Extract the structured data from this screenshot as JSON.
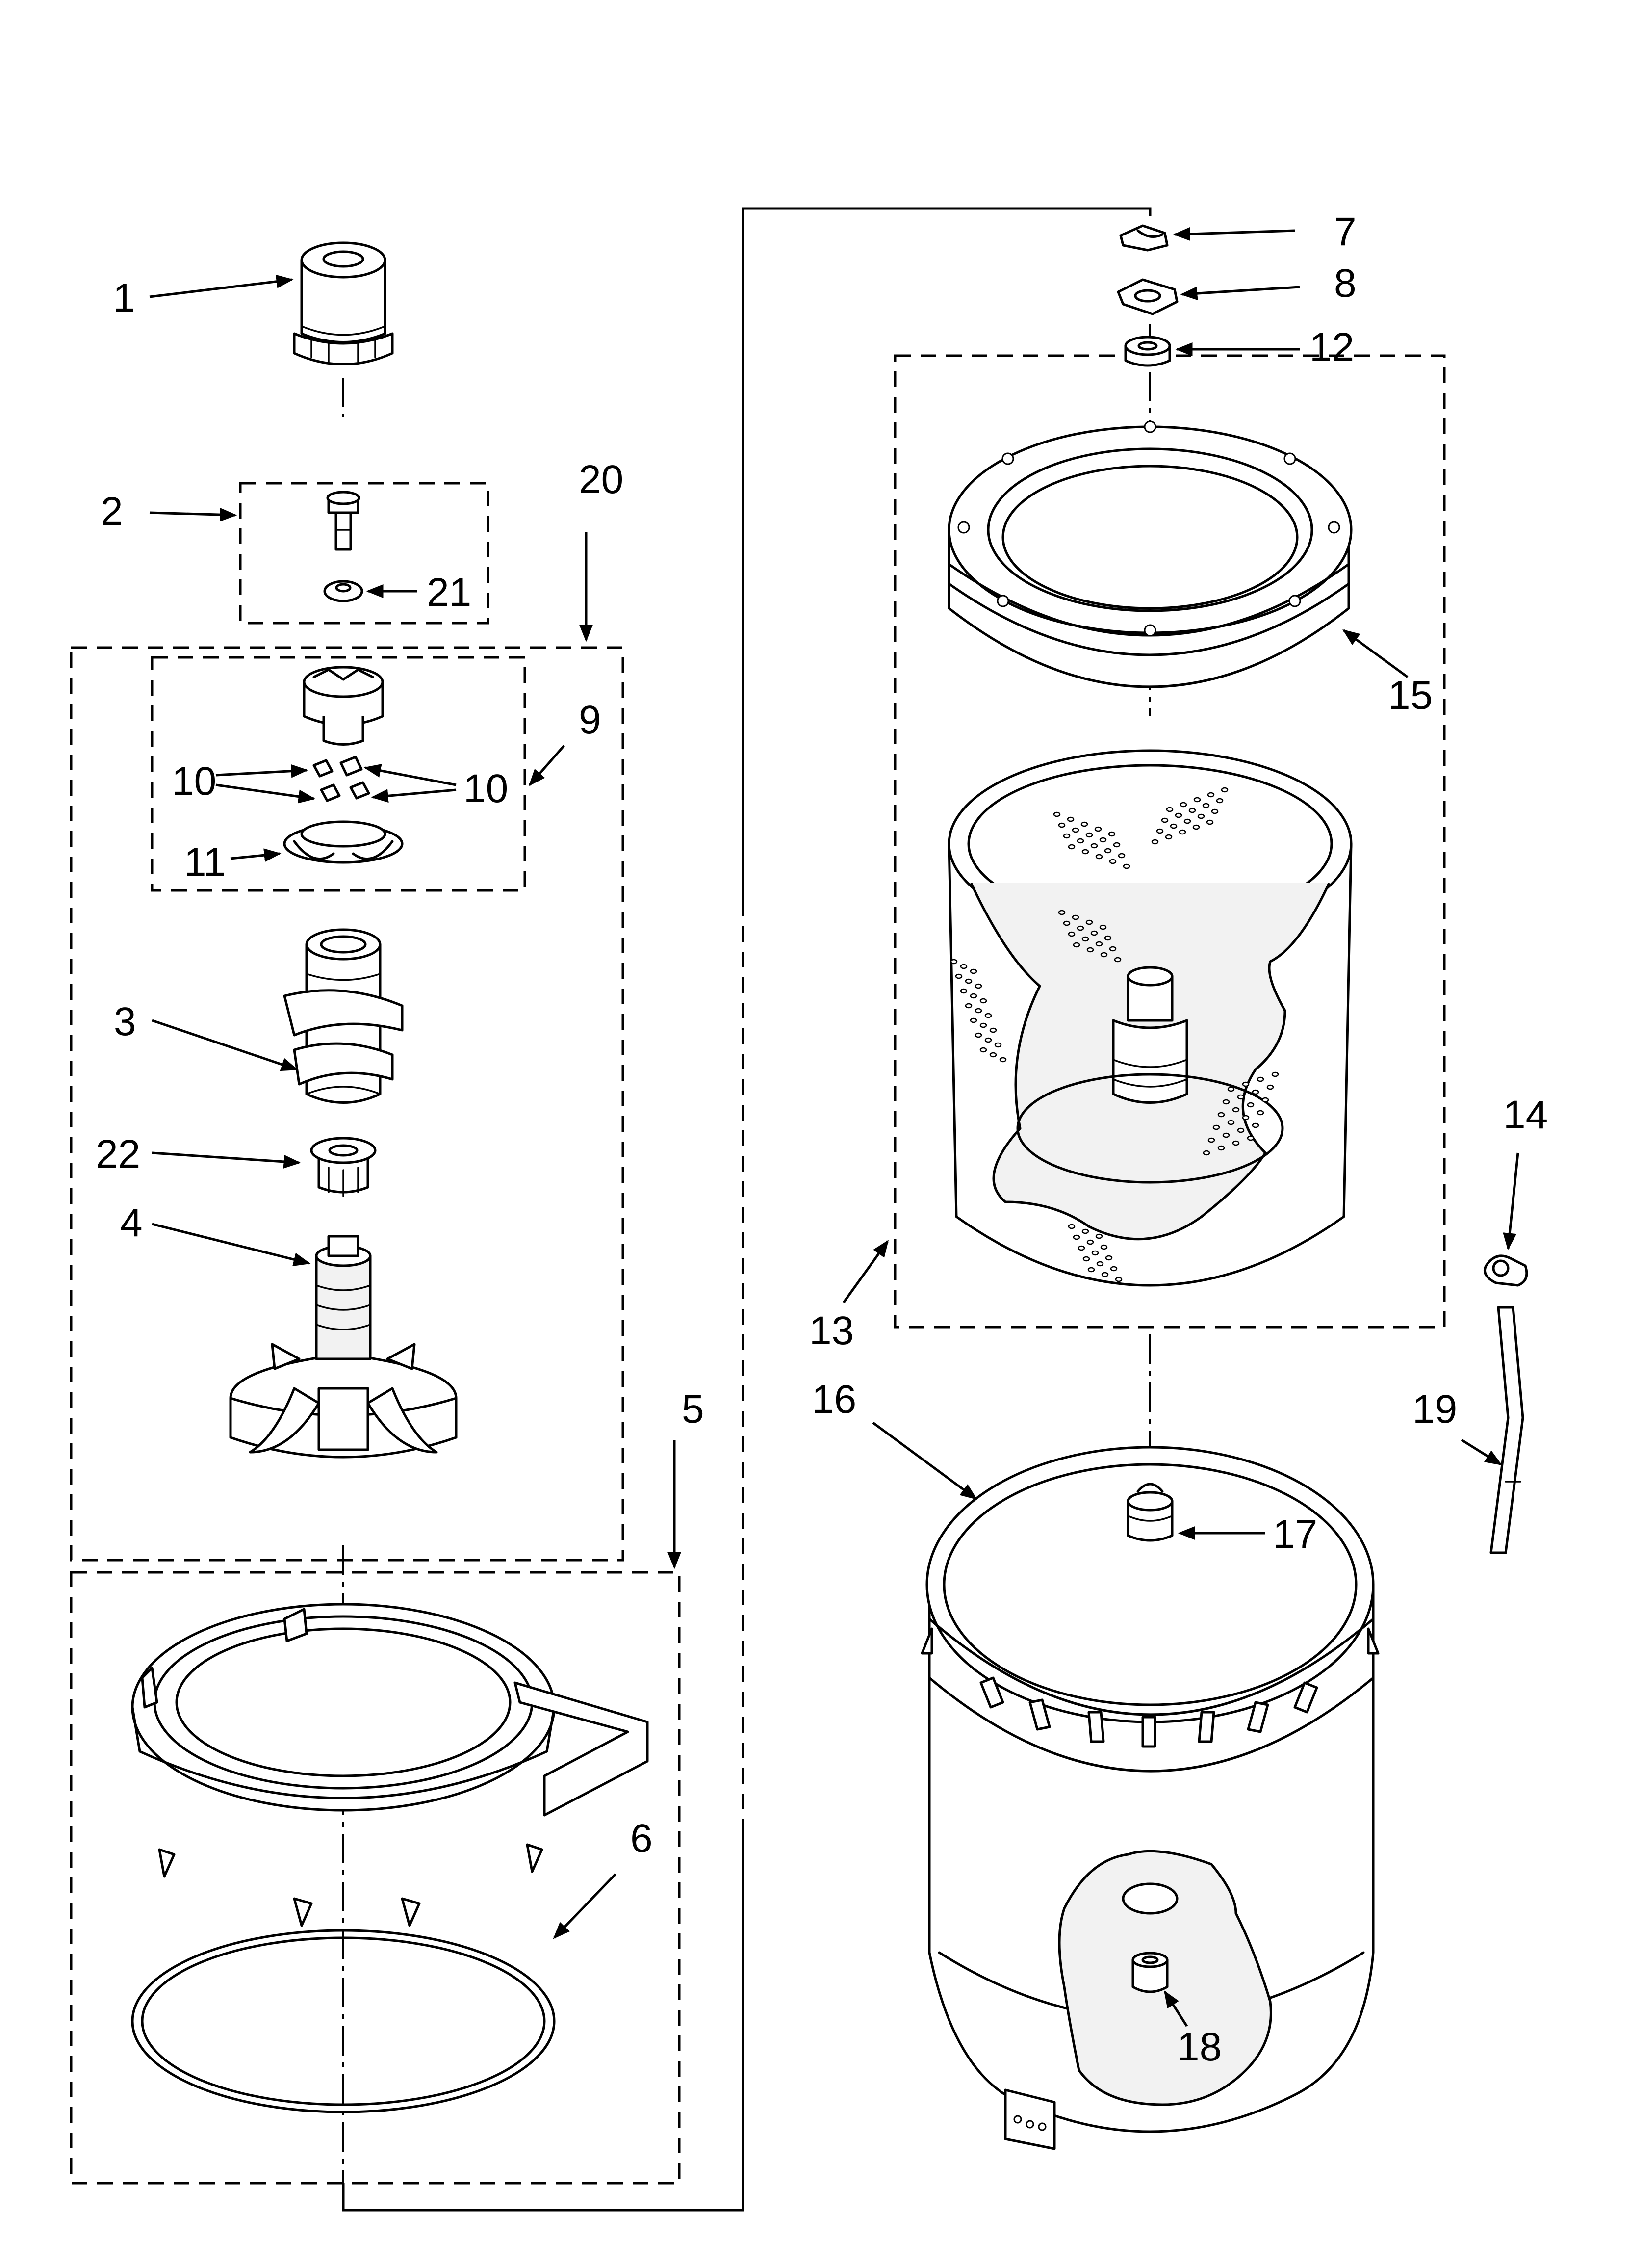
{
  "callouts": [
    {
      "id": "1",
      "label": "1"
    },
    {
      "id": "2",
      "label": "2"
    },
    {
      "id": "3",
      "label": "3"
    },
    {
      "id": "4",
      "label": "4"
    },
    {
      "id": "5",
      "label": "5"
    },
    {
      "id": "6",
      "label": "6"
    },
    {
      "id": "7",
      "label": "7"
    },
    {
      "id": "8",
      "label": "8"
    },
    {
      "id": "9",
      "label": "9"
    },
    {
      "id": "10a",
      "label": "10"
    },
    {
      "id": "10b",
      "label": "10"
    },
    {
      "id": "11",
      "label": "11"
    },
    {
      "id": "12",
      "label": "12"
    },
    {
      "id": "13",
      "label": "13"
    },
    {
      "id": "14",
      "label": "14"
    },
    {
      "id": "15",
      "label": "15"
    },
    {
      "id": "16",
      "label": "16"
    },
    {
      "id": "17",
      "label": "17"
    },
    {
      "id": "18",
      "label": "18"
    },
    {
      "id": "19",
      "label": "19"
    },
    {
      "id": "20",
      "label": "20"
    },
    {
      "id": "21",
      "label": "21"
    },
    {
      "id": "22",
      "label": "22"
    }
  ]
}
